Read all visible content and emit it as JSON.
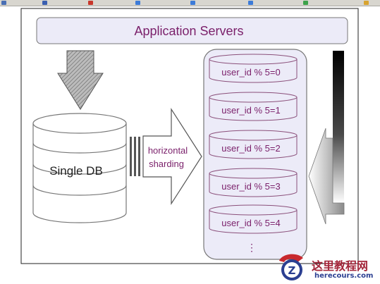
{
  "diagram": {
    "app_servers_label": "Application Servers",
    "single_db_label": "Single DB",
    "arrow_label_line1": "horizontal",
    "arrow_label_line2": "sharding",
    "shards": [
      {
        "label": "user_id % 5=0"
      },
      {
        "label": "user_id % 5=1"
      },
      {
        "label": "user_id % 5=2"
      },
      {
        "label": "user_id % 5=3"
      },
      {
        "label": "user_id % 5=4"
      }
    ],
    "ellipsis": "⋮"
  },
  "watermark": {
    "logo_letter": "Z",
    "title": "这里教程网",
    "url": "herecours.com"
  },
  "colors": {
    "text_purple": "#7a1f6a",
    "fill_lavender": "#ecebf8",
    "outline_gray": "#888888"
  }
}
